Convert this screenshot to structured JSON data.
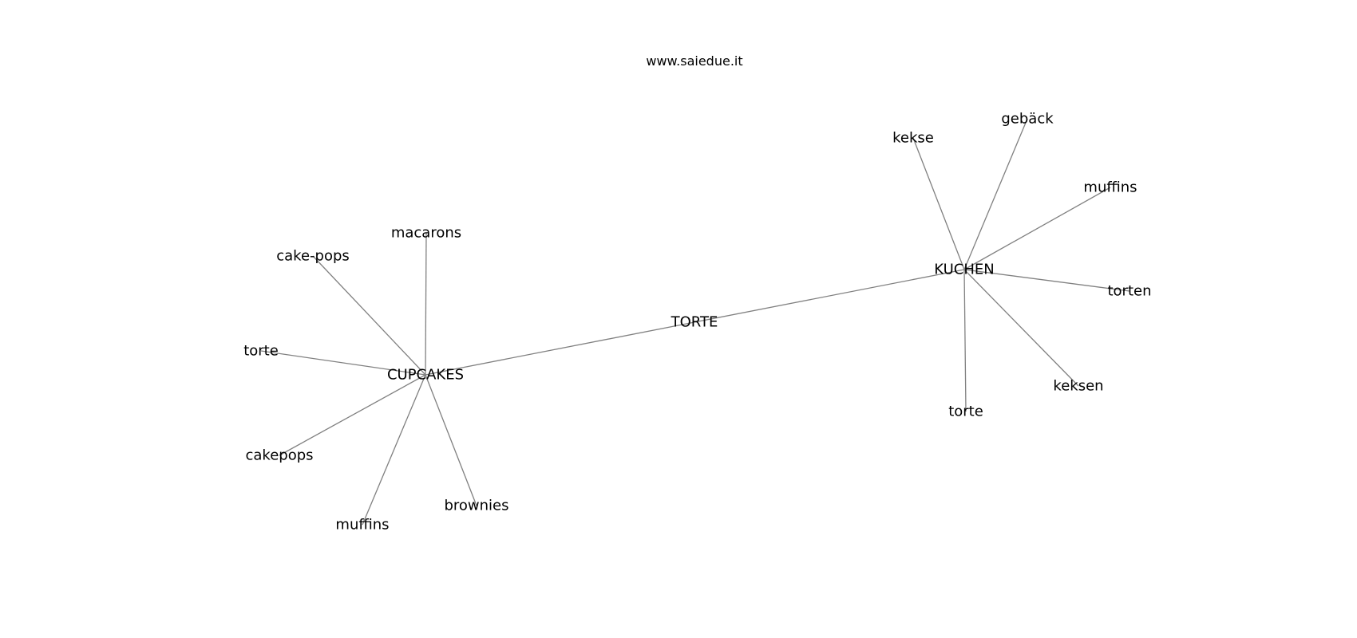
{
  "watermark": "www.saiedue.it",
  "graph": {
    "nodes": [
      {
        "id": "torte_center",
        "label": "TORTE"
      },
      {
        "id": "cupcakes",
        "label": "CUPCAKES"
      },
      {
        "id": "kuchen",
        "label": "KUCHEN"
      },
      {
        "id": "macarons",
        "label": "macarons"
      },
      {
        "id": "cake_pops",
        "label": "cake-pops"
      },
      {
        "id": "torte_left",
        "label": "torte"
      },
      {
        "id": "cakepops",
        "label": "cakepops"
      },
      {
        "id": "muffins_left",
        "label": "muffins"
      },
      {
        "id": "brownies",
        "label": "brownies"
      },
      {
        "id": "kekse",
        "label": "kekse"
      },
      {
        "id": "geback",
        "label": "gebäck"
      },
      {
        "id": "muffins_right",
        "label": "muffins"
      },
      {
        "id": "torten",
        "label": "torten"
      },
      {
        "id": "keksen",
        "label": "keksen"
      },
      {
        "id": "torte_right",
        "label": "torte"
      }
    ],
    "edges": [
      [
        "torte_center",
        "cupcakes"
      ],
      [
        "torte_center",
        "kuchen"
      ],
      [
        "cupcakes",
        "macarons"
      ],
      [
        "cupcakes",
        "cake_pops"
      ],
      [
        "cupcakes",
        "torte_left"
      ],
      [
        "cupcakes",
        "cakepops"
      ],
      [
        "cupcakes",
        "muffins_left"
      ],
      [
        "cupcakes",
        "brownies"
      ],
      [
        "kuchen",
        "kekse"
      ],
      [
        "kuchen",
        "geback"
      ],
      [
        "kuchen",
        "muffins_right"
      ],
      [
        "kuchen",
        "torten"
      ],
      [
        "kuchen",
        "keksen"
      ],
      [
        "kuchen",
        "torte_right"
      ]
    ]
  }
}
